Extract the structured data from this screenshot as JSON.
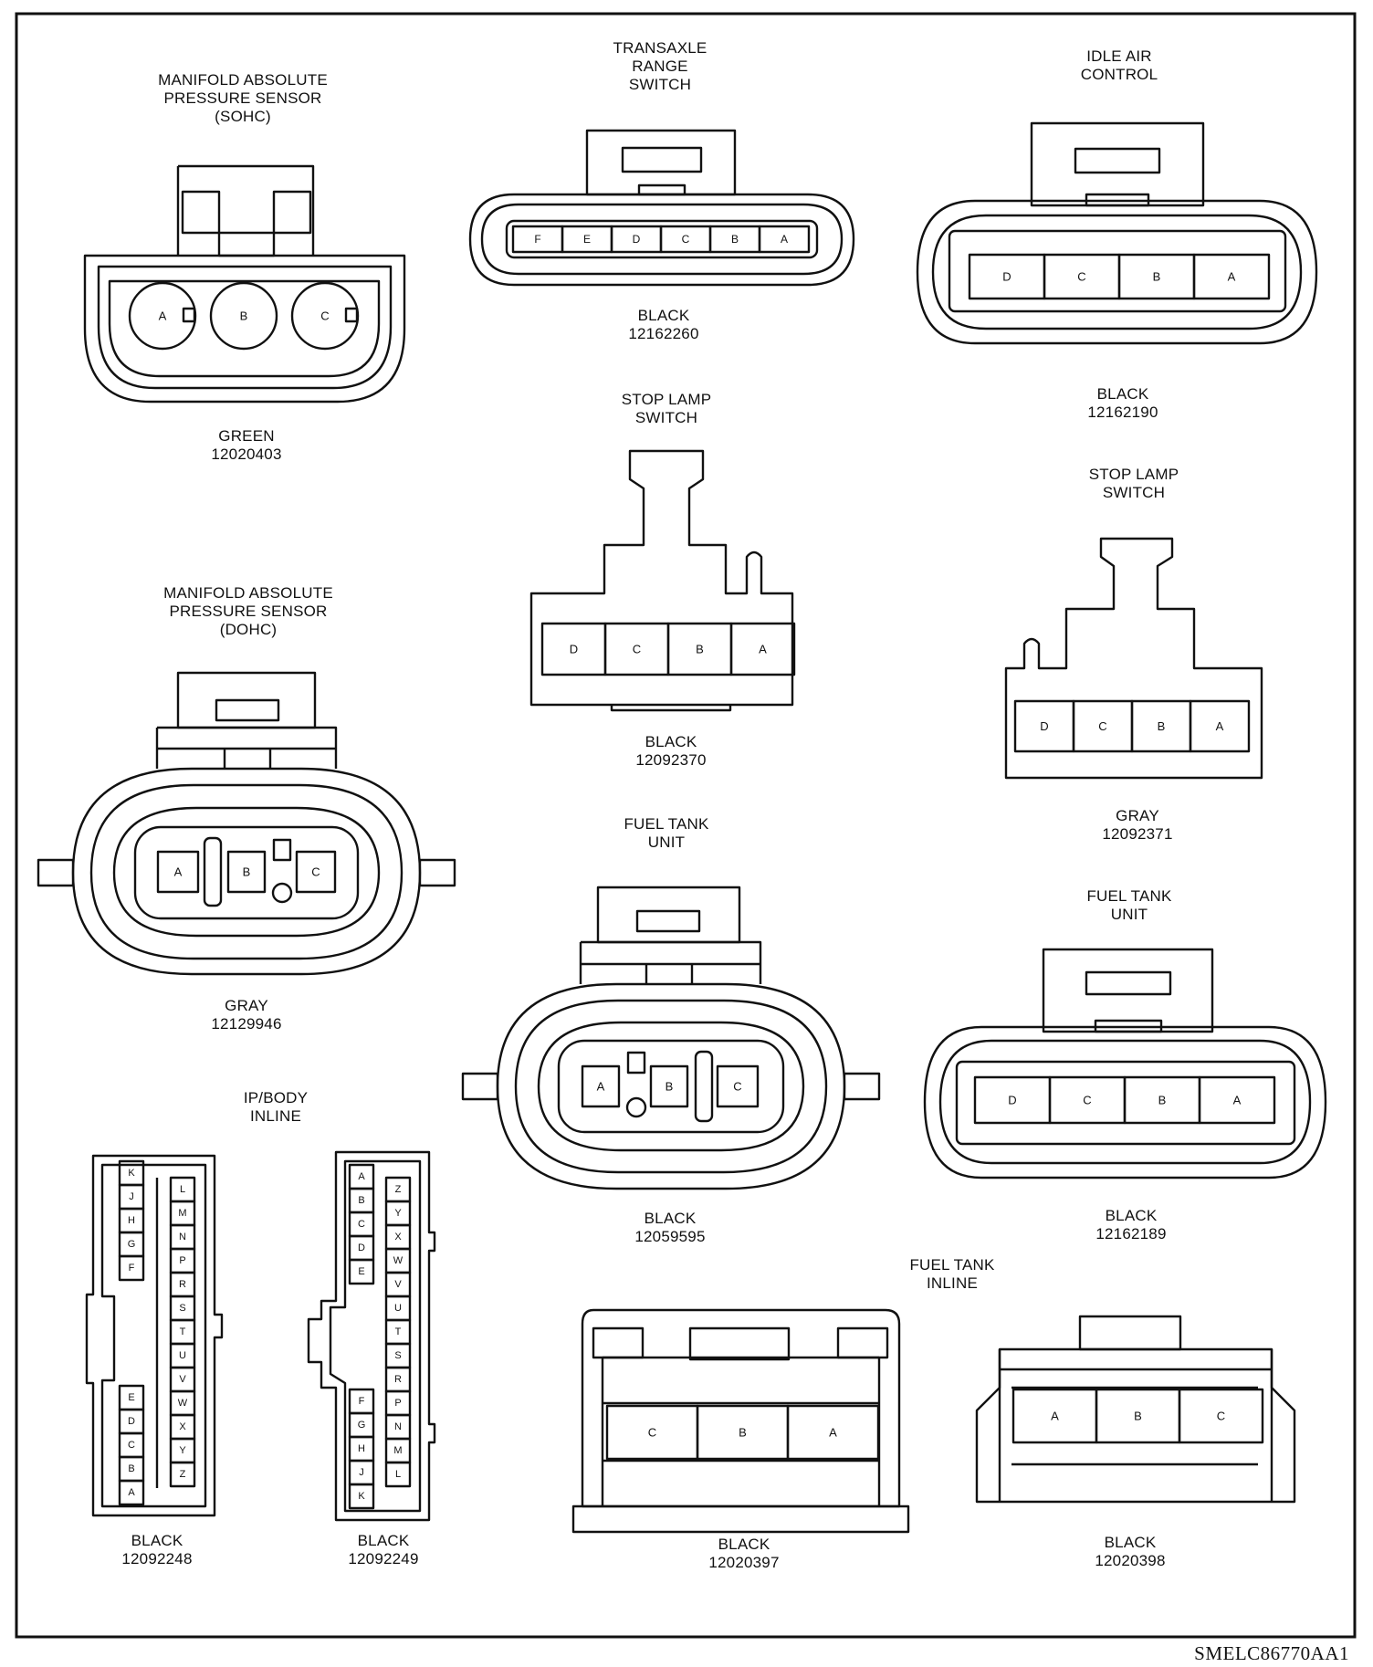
{
  "connectors": {
    "map_sohc": {
      "title": [
        "MANIFOLD ABSOLUTE",
        "PRESSURE SENSOR",
        "(SOHC)"
      ],
      "color": "GREEN",
      "part": "12020403",
      "pins": [
        "A",
        "B",
        "C"
      ]
    },
    "transaxle": {
      "title": [
        "TRANSAXLE",
        "RANGE",
        "SWITCH"
      ],
      "color": "BLACK",
      "part": "12162260",
      "pins": [
        "F",
        "E",
        "D",
        "C",
        "B",
        "A"
      ]
    },
    "iac": {
      "title": [
        "IDLE AIR",
        "CONTROL"
      ],
      "color": "BLACK",
      "part": "12162190",
      "pins": [
        "D",
        "C",
        "B",
        "A"
      ]
    },
    "stop_lamp_1": {
      "title": [
        "STOP LAMP",
        "SWITCH"
      ],
      "color": "BLACK",
      "part": "12092370",
      "pins": [
        "D",
        "C",
        "B",
        "A"
      ]
    },
    "stop_lamp_2": {
      "title": [
        "STOP LAMP",
        "SWITCH"
      ],
      "color": "GRAY",
      "part": "12092371",
      "pins": [
        "D",
        "C",
        "B",
        "A"
      ]
    },
    "map_dohc": {
      "title": [
        "MANIFOLD ABSOLUTE",
        "PRESSURE SENSOR",
        "(DOHC)"
      ],
      "color": "GRAY",
      "part": "12129946",
      "pins": [
        "A",
        "B",
        "C"
      ]
    },
    "fuel_tank_1": {
      "title": [
        "FUEL TANK",
        "UNIT"
      ],
      "color": "BLACK",
      "part": "12059595",
      "pins": [
        "A",
        "B",
        "C"
      ]
    },
    "fuel_tank_2": {
      "title": [
        "FUEL TANK",
        "UNIT"
      ],
      "color": "BLACK",
      "part": "12162189",
      "pins": [
        "D",
        "C",
        "B",
        "A"
      ]
    },
    "ip_body": {
      "title": [
        "IP/BODY",
        "INLINE"
      ],
      "left": {
        "color": "BLACK",
        "part": "12092248",
        "col1_top": [
          "K",
          "J",
          "H",
          "G",
          "F"
        ],
        "col1_bottom": [
          "E",
          "D",
          "C",
          "B",
          "A"
        ],
        "col2": [
          "L",
          "M",
          "N",
          "P",
          "R",
          "S",
          "T",
          "U",
          "V",
          "W",
          "X",
          "Y",
          "Z"
        ]
      },
      "right": {
        "color": "BLACK",
        "part": "12092249",
        "col1_top": [
          "A",
          "B",
          "C",
          "D",
          "E"
        ],
        "col1_bottom": [
          "F",
          "G",
          "H",
          "J",
          "K"
        ],
        "col2": [
          "Z",
          "Y",
          "X",
          "W",
          "V",
          "U",
          "T",
          "S",
          "R",
          "P",
          "N",
          "M",
          "L"
        ]
      }
    },
    "fuel_inline": {
      "title": [
        "FUEL TANK",
        "INLINE"
      ],
      "left": {
        "color": "BLACK",
        "part": "12020397",
        "pins": [
          "C",
          "B",
          "A"
        ]
      },
      "right": {
        "color": "BLACK",
        "part": "12020398",
        "pins": [
          "A",
          "B",
          "C"
        ]
      }
    }
  },
  "reference": "SMELC86770AA1"
}
